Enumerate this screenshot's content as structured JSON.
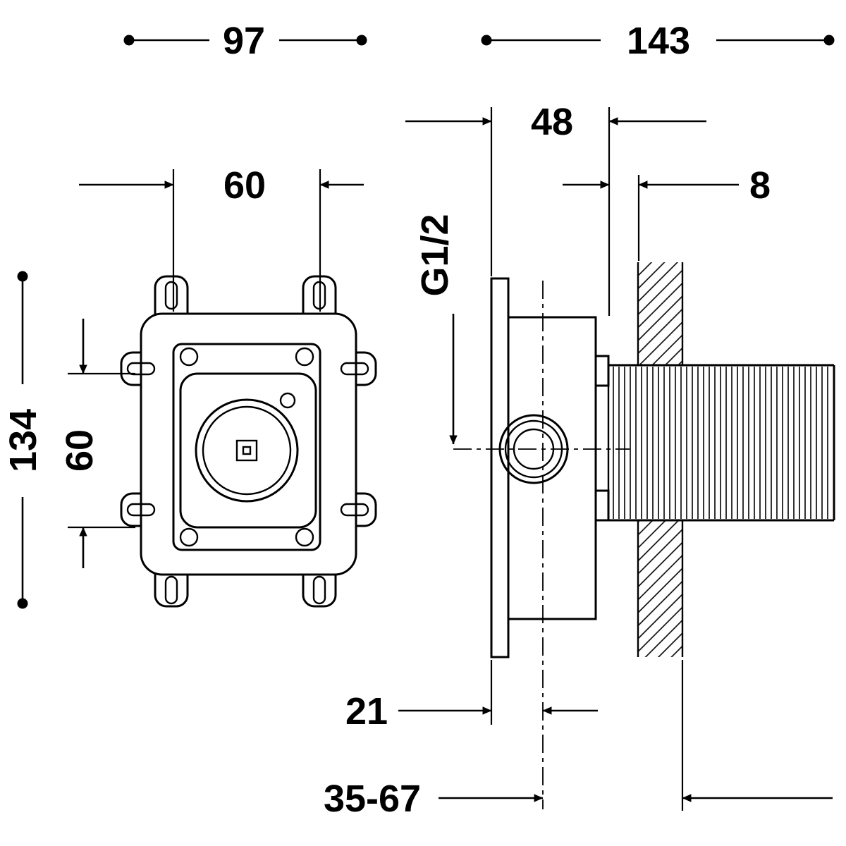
{
  "colors": {
    "background": "#ffffff",
    "line": "#000000"
  },
  "labels": {
    "overall_width": "97",
    "overall_depth": "143",
    "recess_depth": "48",
    "inner_width": "60",
    "wall_thickness": "8",
    "thread": "G1/2",
    "overall_height": "134",
    "inner_height": "60",
    "min_projection": "21",
    "installation_depth": "35-67"
  }
}
